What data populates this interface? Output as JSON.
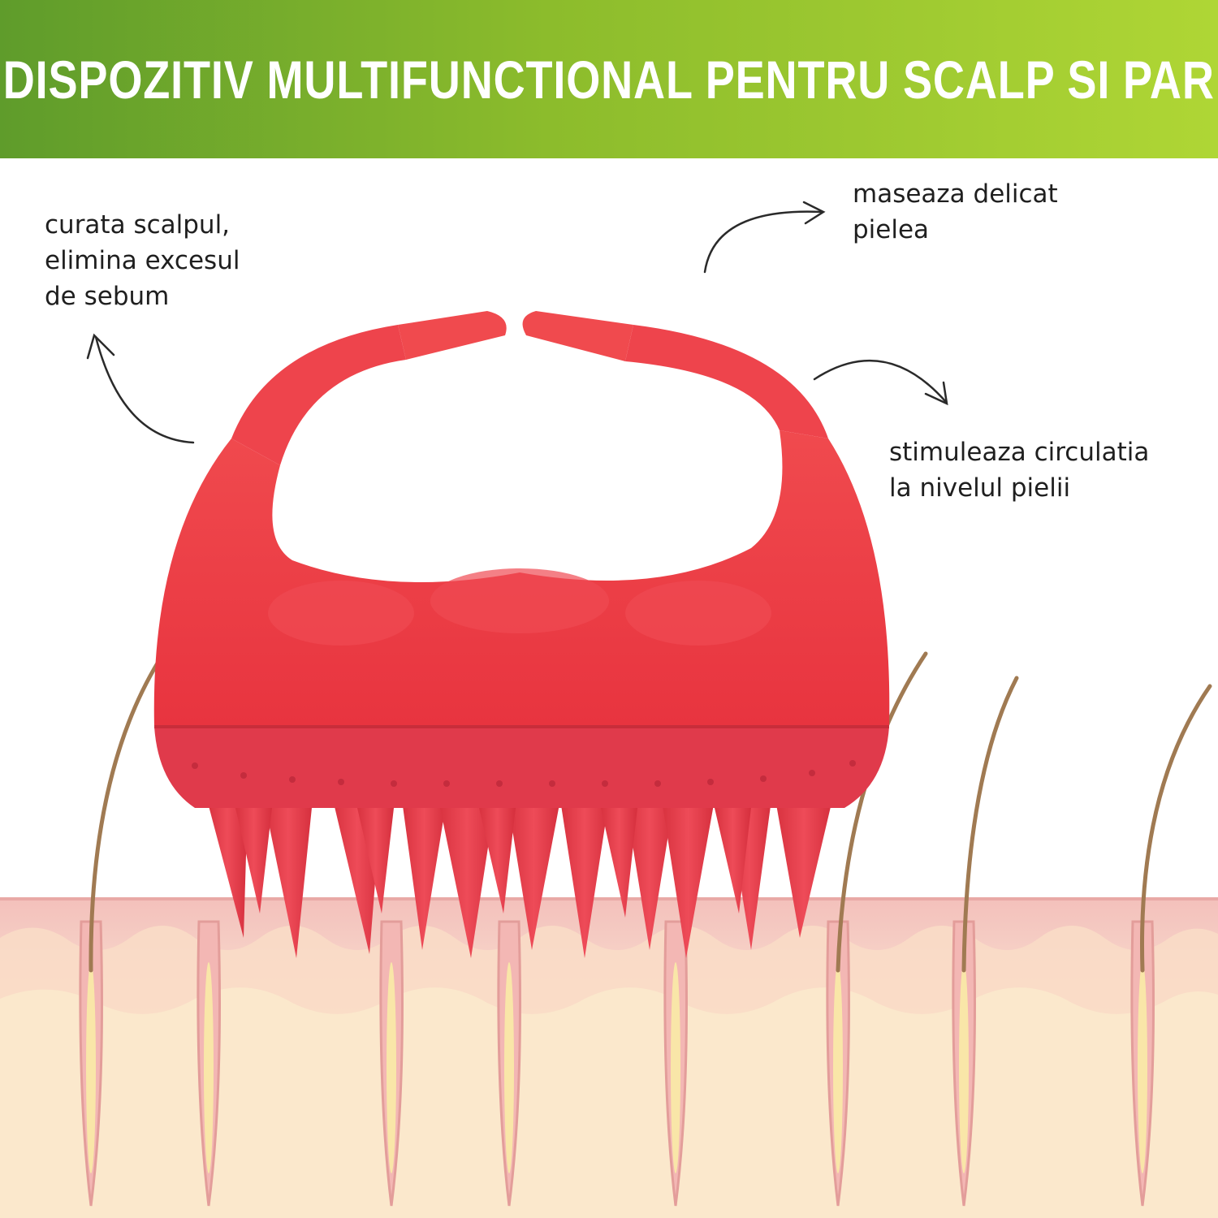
{
  "banner": {
    "title": "DISPOZITIV MULTIFUNCTIONAL PENTRU SCALP SI PAR"
  },
  "callouts": {
    "left": "curata scalpul,\nelimina excesul\nde sebum",
    "top_right": "maseaza delicat\npielea",
    "right": "stimuleaza circulatia\nla nivelul pielii"
  },
  "colors": {
    "banner_start": "#5f9c2b",
    "banner_end": "#afd635",
    "brush": "#ec3f49",
    "skin_top": "#f5c6c0",
    "skin_bottom": "#fbecc4",
    "hair": "#a07a52"
  },
  "icons": [
    "curved-arrow-icon",
    "scalp-brush-illustration",
    "skin-hair-illustration"
  ]
}
